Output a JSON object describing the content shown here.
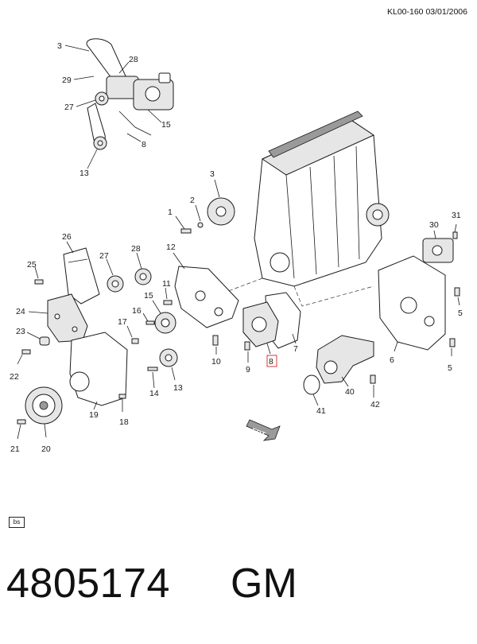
{
  "header": {
    "ref": "KL00-160 03/01/2006"
  },
  "badge": {
    "text": "bs"
  },
  "footer": {
    "part_number": "4805174",
    "brand": "GM"
  },
  "callouts": {
    "c3a": "3",
    "c28": "28",
    "c29": "29",
    "c27a": "27",
    "c15a": "15",
    "c8a": "8",
    "c13a": "13",
    "c3b": "3",
    "c2": "2",
    "c1": "1",
    "c26": "26",
    "c27b": "27",
    "c28b": "28",
    "c12": "12",
    "c25": "25",
    "c11": "11",
    "c15b": "15",
    "c24": "24",
    "c16": "16",
    "c17": "17",
    "c23": "23",
    "c22": "22",
    "c10": "10",
    "c9": "9",
    "c8b": "8",
    "c7": "7",
    "c14": "14",
    "c13b": "13",
    "c19": "19",
    "c18": "18",
    "c21": "21",
    "c20": "20",
    "c30": "30",
    "c31": "31",
    "c5a": "5",
    "c6": "6",
    "c5b": "5",
    "c40": "40",
    "c41": "41",
    "c42": "42"
  },
  "direction_marker": "FRT",
  "highlight_color": "#d93a3a"
}
